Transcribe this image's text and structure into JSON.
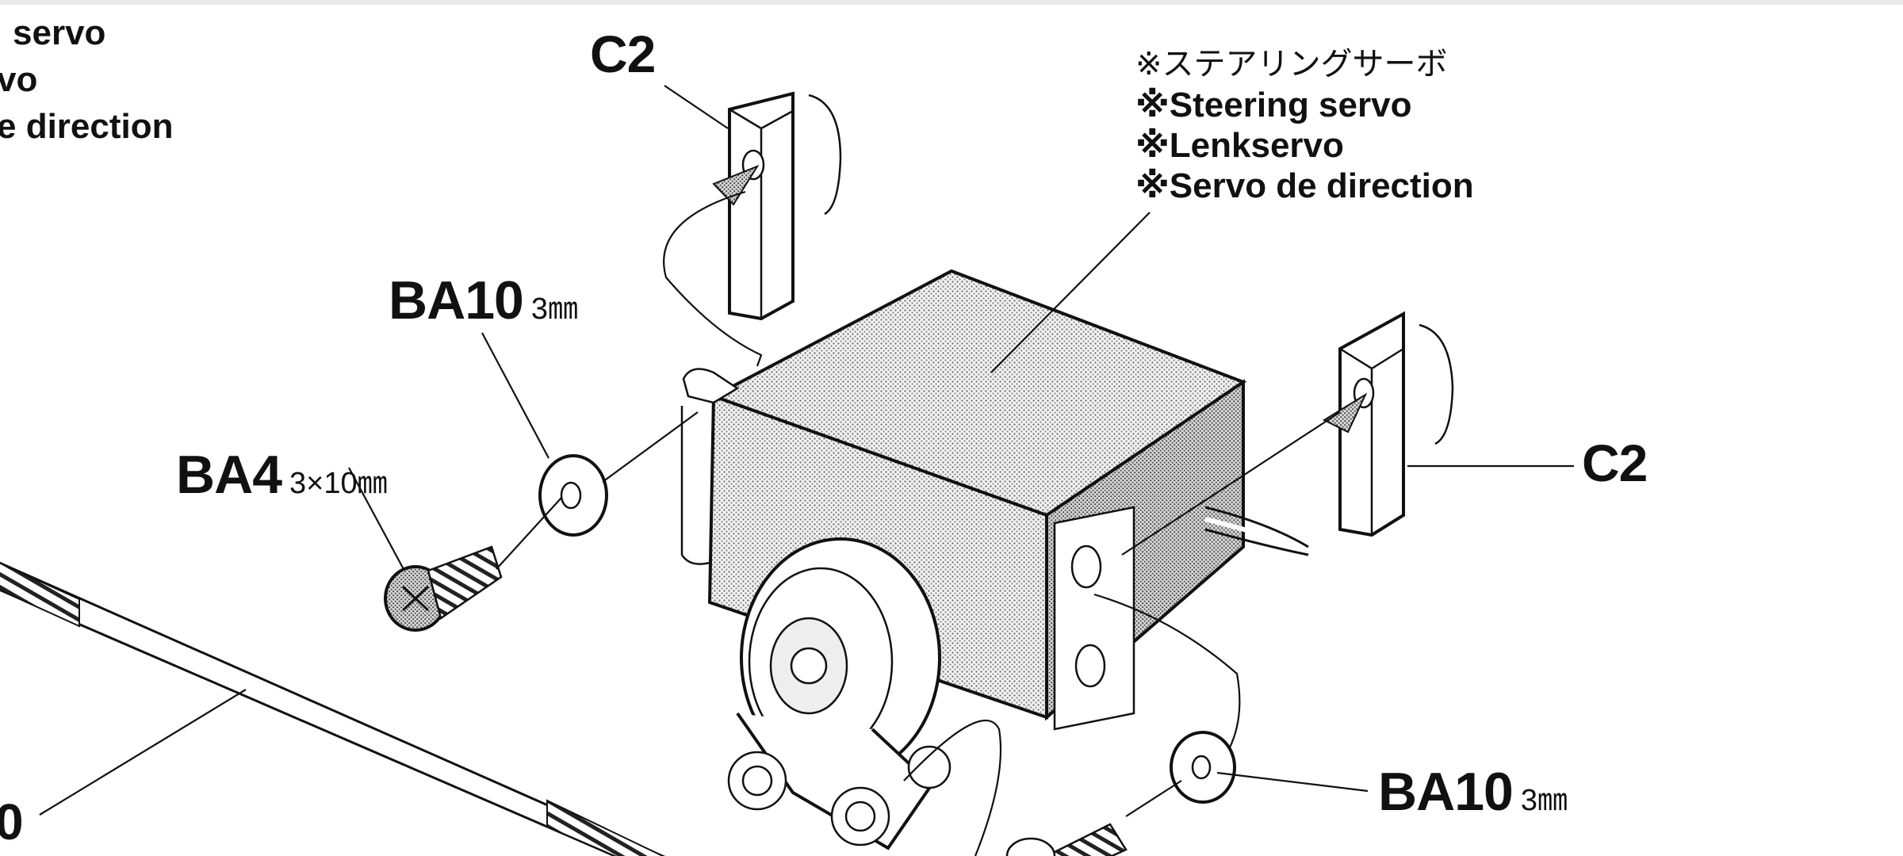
{
  "diagram": {
    "cropped_notes": {
      "line1": "servo",
      "line2": "vo",
      "line3": "e direction"
    },
    "servo_notes": {
      "japanese": "※ステアリングサーボ",
      "english": "※Steering servo",
      "german": "※Lenkservo",
      "french": "※Servo de direction"
    },
    "parts": {
      "c2_top": "C2",
      "c2_right": "C2",
      "ba10_top": {
        "code": "BA10",
        "size": "3㎜"
      },
      "ba4": {
        "code": "BA4",
        "size": "3×10㎜"
      },
      "ba10_bottom": {
        "code": "BA10",
        "size": "3㎜"
      },
      "rod_partial": "0"
    }
  }
}
